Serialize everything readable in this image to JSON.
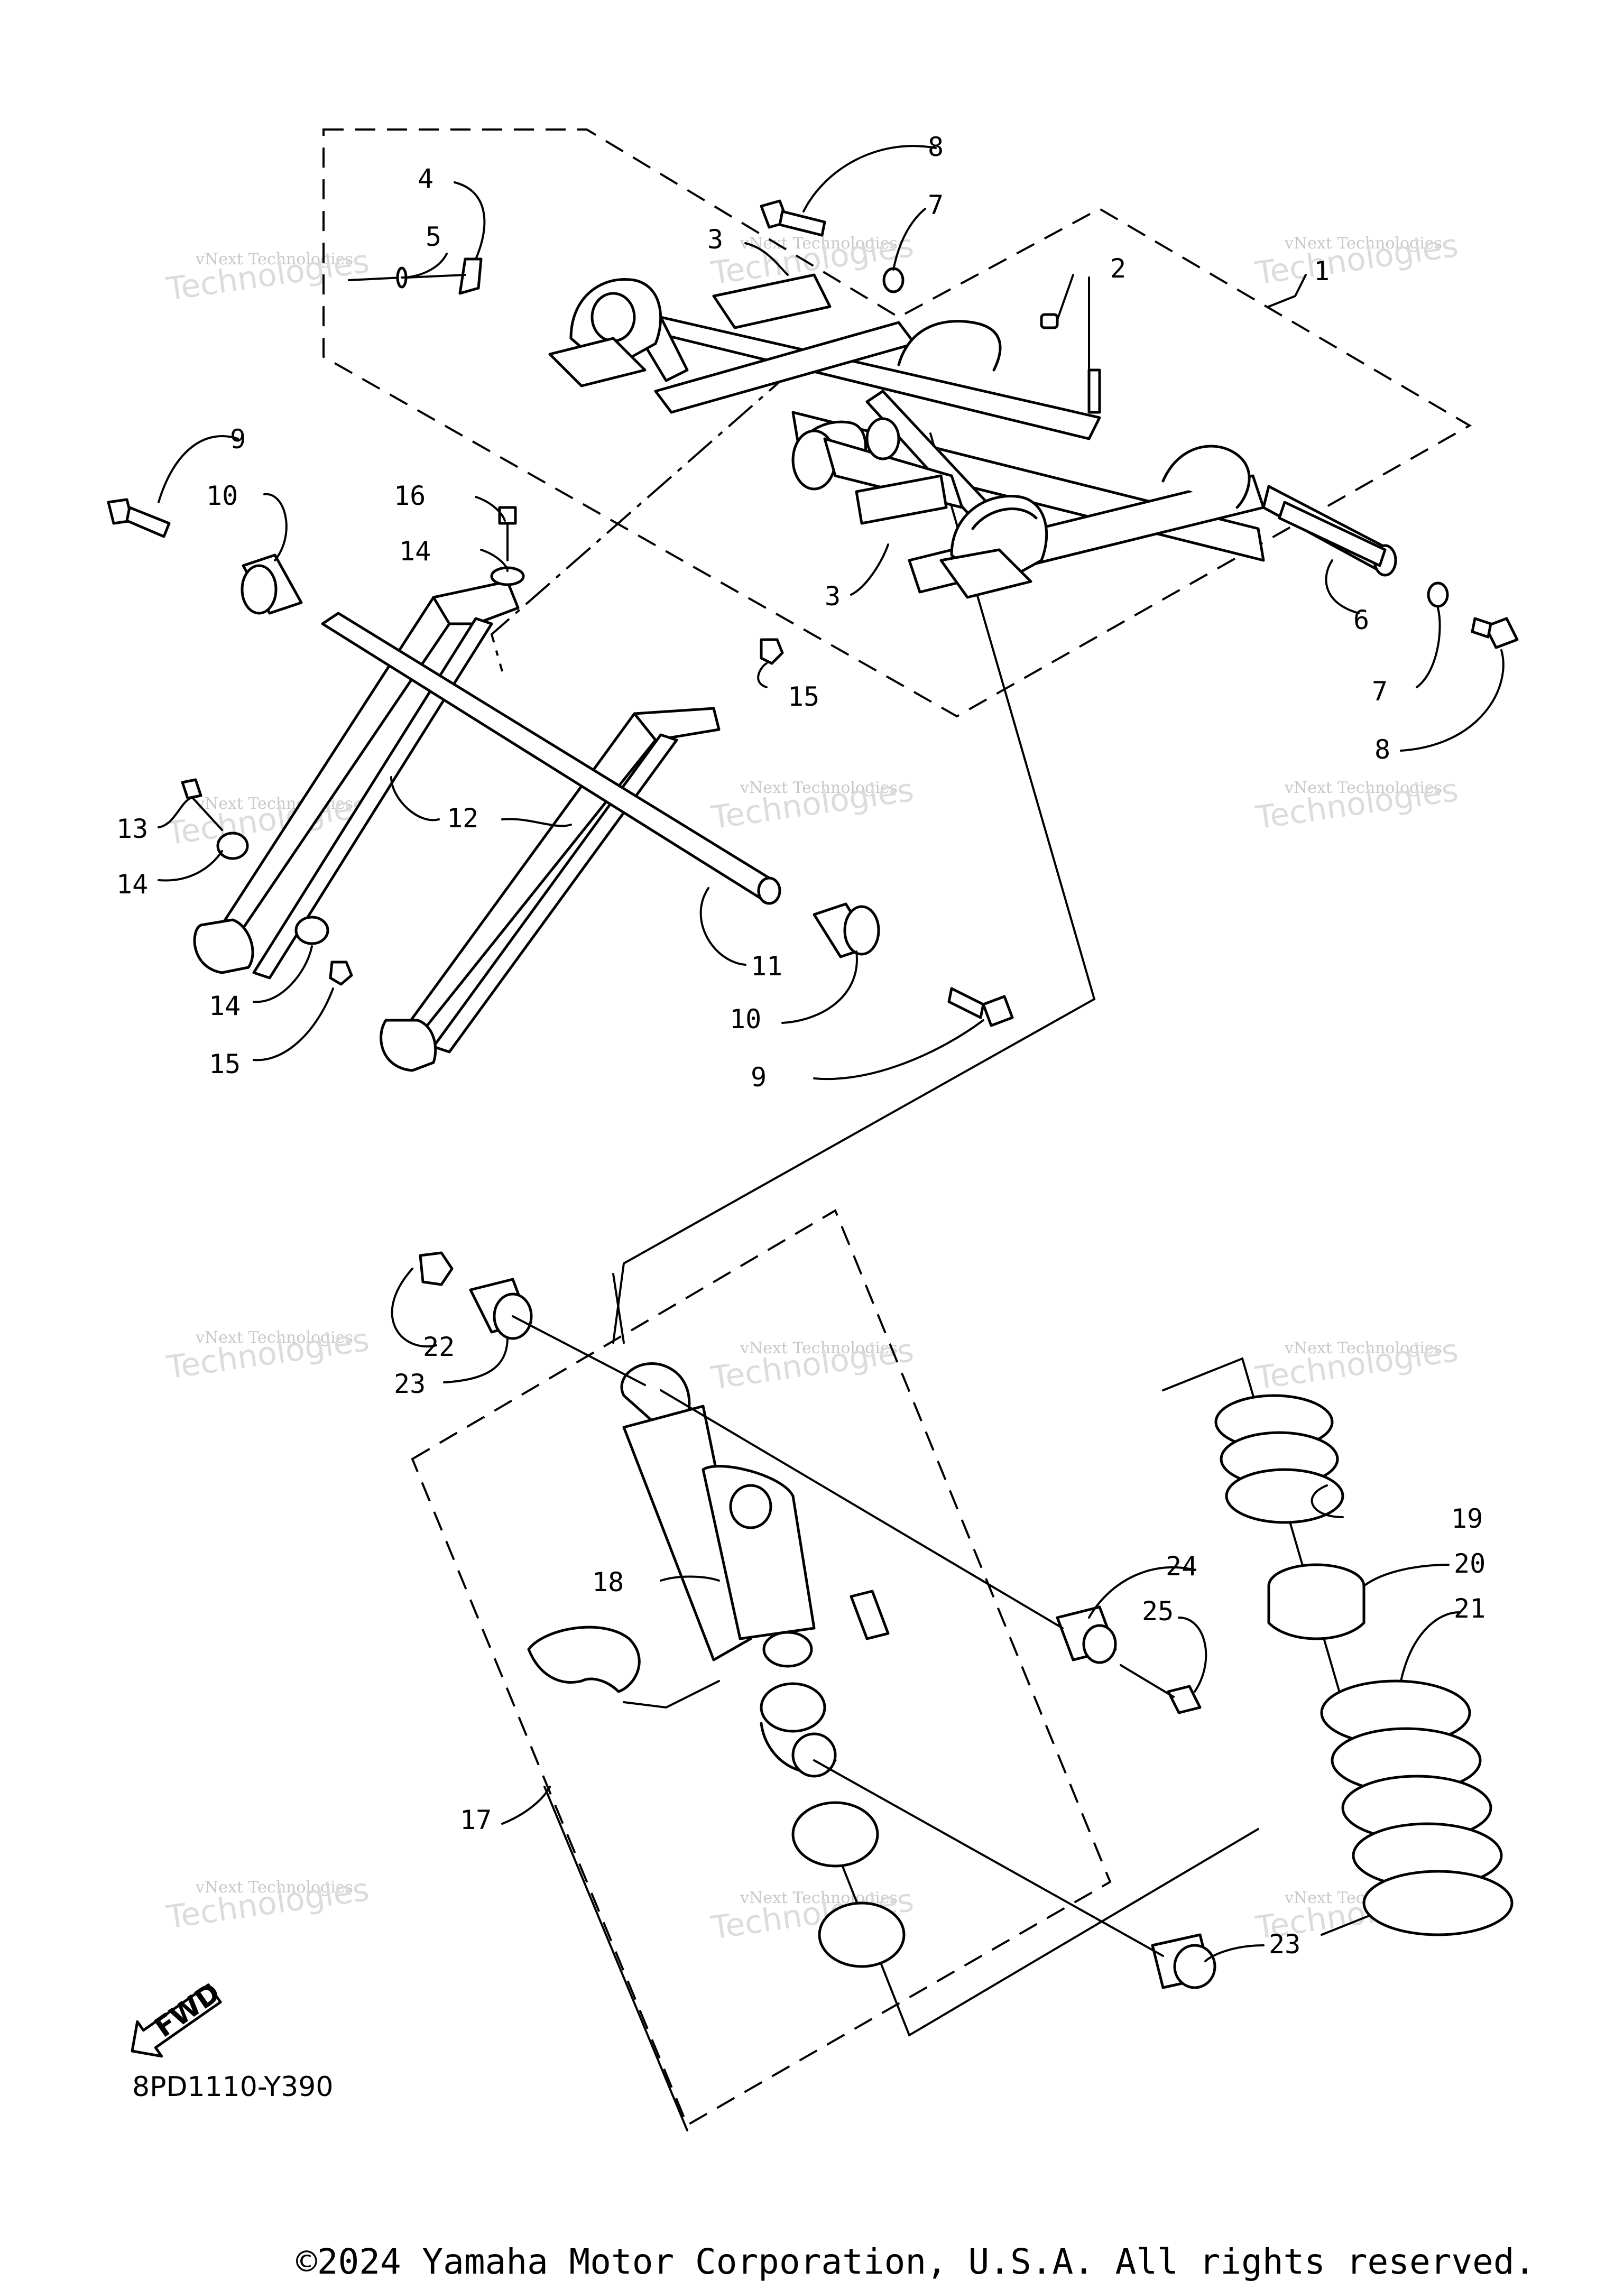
{
  "diagram": {
    "code": "8PD1110-Y390",
    "fwd_label": "FWD",
    "copyright": "©2024 Yamaha Motor Corporation, U.S.A. All rights reserved.",
    "watermark": {
      "line1": "vNext Technologies",
      "line2": "Technologies"
    },
    "callouts": [
      "1",
      "2",
      "3",
      "3",
      "4",
      "5",
      "6",
      "7",
      "7",
      "8",
      "8",
      "9",
      "9",
      "10",
      "10",
      "11",
      "12",
      "13",
      "14",
      "14",
      "14",
      "15",
      "15",
      "16",
      "17",
      "18",
      "19",
      "20",
      "21",
      "22",
      "23",
      "23",
      "24",
      "25"
    ]
  }
}
